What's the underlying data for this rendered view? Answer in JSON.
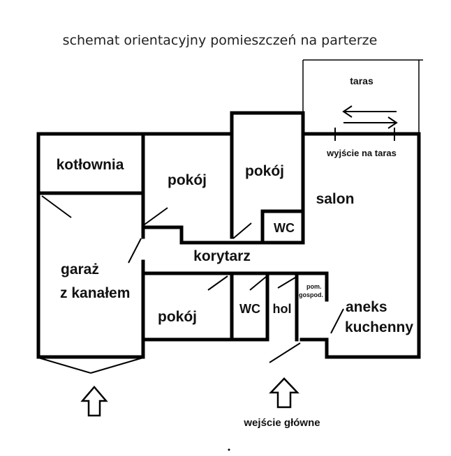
{
  "title": "schemat orientacyjny pomieszczeń na parterze",
  "rooms": {
    "kotlownia": "kotłownia",
    "pokoj_left": "pokój",
    "pokoj_center": "pokój",
    "salon": "salon",
    "wc_upper": "WC",
    "korytarz": "korytarz",
    "garaz_line1": "garaż",
    "garaz_line2": "z kanałem",
    "pokoj_bottom": "pokój",
    "wc_lower": "WC",
    "hol": "hol",
    "pom_line1": "pom.",
    "pom_line2": "gospod.",
    "aneks_line1": "aneks",
    "aneks_line2": "kuchenny"
  },
  "terrace": {
    "label": "taras",
    "exit_label": "wyjście na taras"
  },
  "main_entrance": "wejście główne"
}
